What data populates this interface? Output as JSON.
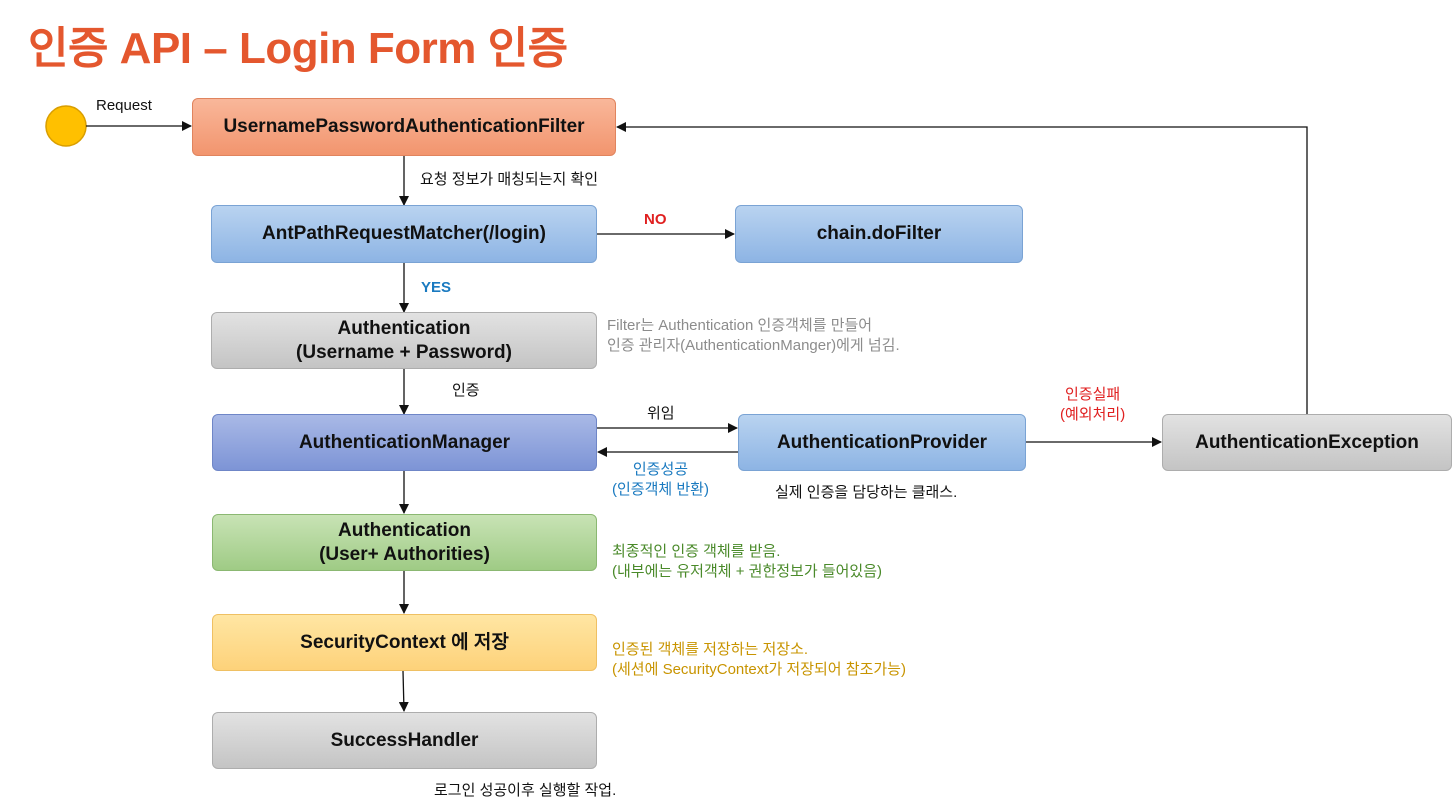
{
  "title": "인증 API – Login Form 인증",
  "start": {
    "label": "Request",
    "color": "#ffc000"
  },
  "nodes": {
    "filter": {
      "label": "UsernamePasswordAuthenticationFilter"
    },
    "matcher": {
      "label": "AntPathRequestMatcher(/login)"
    },
    "do_filter": {
      "label": "chain.doFilter"
    },
    "auth_token": {
      "line1": "Authentication",
      "line2": "(Username + Password)"
    },
    "manager": {
      "label": "AuthenticationManager"
    },
    "provider": {
      "label": "AuthenticationProvider"
    },
    "exception": {
      "label": "AuthenticationException"
    },
    "auth_result": {
      "line1": "Authentication",
      "line2": "(User+ Authorities)"
    },
    "context": {
      "label": "SecurityContext 에 저장"
    },
    "success": {
      "label": "SuccessHandler"
    }
  },
  "edge_labels": {
    "check": "요청 정보가 매칭되는지 확인",
    "no": "NO",
    "yes": "YES",
    "auth": "인증",
    "delegate": "위임",
    "success_line1": "인증성공",
    "success_line2": "(인증객체 반환)",
    "fail_line1": "인증실패",
    "fail_line2": "(예외처리)"
  },
  "notes": {
    "auth_token_line1": "Filter는 Authentication 인증객체를 만들어",
    "auth_token_line2": "인증 관리자(AuthenticationManger)에게 넘김.",
    "provider": "실제 인증을 담당하는 클래스.",
    "result_line1": "최종적인 인증 객체를 받음.",
    "result_line2": "(내부에는 유저객체 + 권한정보가 들어있음)",
    "context_line1": "인증된 객체를 저장하는 저장소.",
    "context_line2": "(세션에 SecurityContext가 저장되어 참조가능)",
    "success": "로그인 성공이후 실행할 작업."
  },
  "colors": {
    "title": "#e4572e",
    "no": "#e02020",
    "yes": "#1a7ac0",
    "fail": "#e02020",
    "success": "#1a7ac0",
    "note_gray": "#8c8c8c",
    "note_green": "#4a8a2a",
    "note_gold": "#c89400"
  }
}
